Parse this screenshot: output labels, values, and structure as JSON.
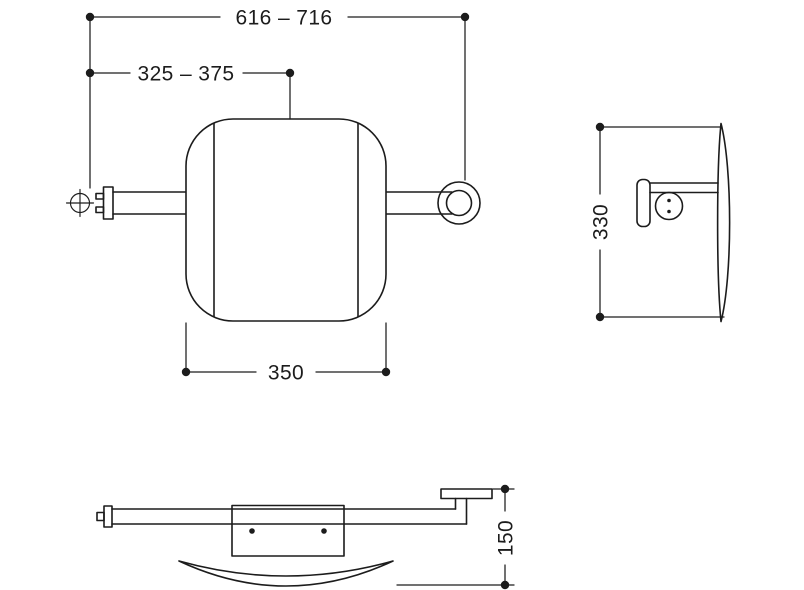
{
  "drawing": {
    "type": "technical-dimension-drawing",
    "colors": {
      "line": "#1c1c1c",
      "background": "#ffffff"
    },
    "symbols": {
      "fixing_point": "crosshair-circle"
    }
  },
  "views": {
    "front": {
      "dim_overall_width": "616 – 716",
      "dim_wall_to_pad_center": "325 – 375",
      "dim_pad_width": "350"
    },
    "side": {
      "dim_pad_height": "330"
    },
    "plan": {
      "dim_depth": "150"
    }
  }
}
